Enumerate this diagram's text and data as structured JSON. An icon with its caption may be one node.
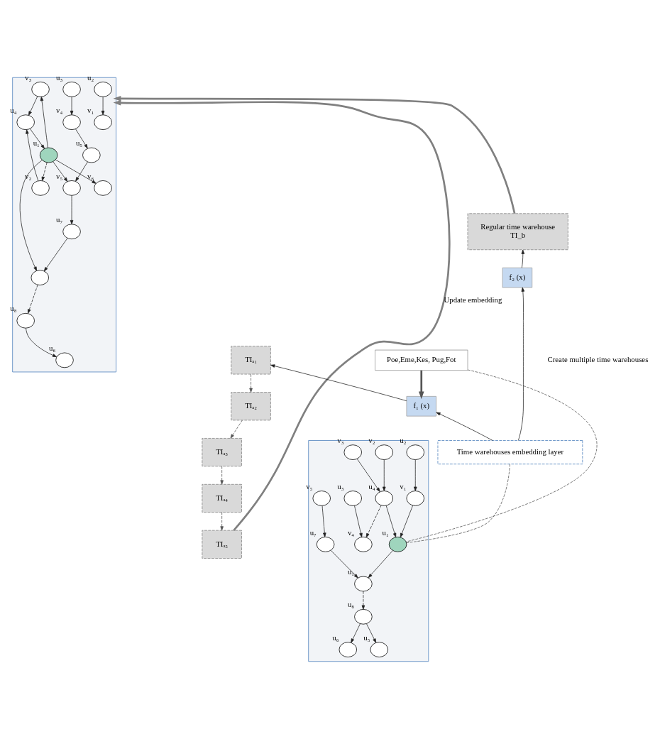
{
  "diagram": {
    "nodes": [
      {
        "text": [],
        "shape": "box"
      },
      {
        "text": [],
        "shape": "circle",
        "beside": [
          "v₃"
        ],
        "in": 0
      },
      {
        "text": [],
        "shape": "circle",
        "beside": [
          "u₄"
        ],
        "in": 0
      },
      {
        "text": [],
        "shape": "circle",
        "beside": [
          "u₂"
        ],
        "in": 0
      },
      {
        "text": [],
        "shape": "circle",
        "beside": [
          "u₃"
        ],
        "in": 0
      },
      {
        "text": [],
        "shape": "circle",
        "beside": [
          "v₄"
        ],
        "in": 0
      },
      {
        "text": [],
        "shape": "circle",
        "beside": [
          "u₁"
        ],
        "in": 0
      },
      {
        "text": [],
        "shape": "circle",
        "beside": [
          "v₁"
        ],
        "in": 0
      },
      {
        "text": [],
        "shape": "circle",
        "beside": [
          "v₂"
        ],
        "in": 0
      },
      {
        "text": [],
        "shape": "circle",
        "beside": [
          "u₈"
        ],
        "in": 0
      },
      {
        "text": [],
        "shape": "circle",
        "in": 0
      },
      {
        "text": [],
        "shape": "circle",
        "beside": [
          "u₇"
        ],
        "in": 0
      },
      {
        "text": [],
        "shape": "circle",
        "beside": [
          "v₆"
        ],
        "in": 0
      },
      {
        "text": [],
        "shape": "circle",
        "beside": [
          "u₆"
        ],
        "in": 0
      },
      {
        "text": [],
        "shape": "circle",
        "beside": [
          "u₅"
        ],
        "in": 0
      },
      {
        "text": [],
        "shape": "circle",
        "beside": [
          "v₅"
        ],
        "in": 0
      },
      {
        "text": [
          "TIₐ₁"
        ]
      },
      {
        "text": [
          "TIₐ₂"
        ]
      },
      {
        "text": [
          "TIₐ₃"
        ]
      },
      {
        "text": [
          "TIₐ₄"
        ]
      },
      {
        "text": [
          "TIₐ₅"
        ]
      },
      {
        "text": [
          "Regular time warehouse",
          "TI_b"
        ]
      },
      {
        "text": [
          "Poe,Eme,Kes, Pug,Fot"
        ]
      },
      {
        "text": [
          "f₁ (x)"
        ]
      },
      {
        "text": [
          "f₂ (x)"
        ]
      },
      {
        "text": [
          "Time warehouses embedding layer"
        ]
      },
      {
        "text": [],
        "shape": "box"
      },
      {
        "text": [],
        "shape": "circle",
        "beside": [
          "v₃"
        ],
        "in": 26
      },
      {
        "text": [],
        "shape": "circle",
        "beside": [
          "u₄"
        ],
        "in": 26
      },
      {
        "text": [],
        "shape": "circle",
        "beside": [
          "u₂"
        ],
        "in": 26
      },
      {
        "text": [],
        "shape": "circle",
        "beside": [
          "u₃"
        ],
        "in": 26
      },
      {
        "text": [],
        "shape": "circle",
        "beside": [
          "v₄"
        ],
        "in": 26
      },
      {
        "text": [],
        "shape": "circle",
        "beside": [
          "u₁"
        ],
        "in": 26
      },
      {
        "text": [],
        "shape": "circle",
        "beside": [
          "v₁"
        ],
        "in": 26
      },
      {
        "text": [],
        "shape": "circle",
        "beside": [
          "v₂"
        ],
        "in": 26
      },
      {
        "text": [],
        "shape": "circle",
        "beside": [
          "u₈"
        ],
        "in": 26
      },
      {
        "text": [],
        "shape": "circle",
        "beside": [
          "u₁"
        ],
        "in": 26
      },
      {
        "text": [],
        "shape": "circle",
        "beside": [
          "u₇"
        ],
        "in": 26
      },
      {
        "text": [],
        "shape": "circle",
        "beside": [
          "u₆"
        ],
        "in": 26
      },
      {
        "text": [],
        "shape": "circle",
        "beside": [
          "u₅"
        ],
        "in": 26
      },
      {
        "text": [],
        "shape": "circle",
        "beside": [
          "v₅"
        ],
        "in": 26
      }
    ],
    "edges": [
      {
        "from": 6,
        "to": 1,
        "arrow": "to"
      },
      {
        "from": 1,
        "to": 2,
        "arrow": "to"
      },
      {
        "from": 2,
        "to": 6,
        "arrow": "to"
      },
      {
        "from": 3,
        "to": 7,
        "arrow": "to"
      },
      {
        "from": 4,
        "to": 5,
        "arrow": "to"
      },
      {
        "from": 8,
        "to": 2,
        "arrow": "to"
      },
      {
        "from": 6,
        "to": 8,
        "arrow": "to",
        "style": "dashed"
      },
      {
        "from": 6,
        "to": 12,
        "arrow": "to"
      },
      {
        "from": 6,
        "to": 10,
        "arrow": "to"
      },
      {
        "from": 6,
        "to": 15,
        "arrow": "to"
      },
      {
        "from": 10,
        "to": 9,
        "arrow": "to",
        "style": "dashed"
      },
      {
        "from": 11,
        "to": 10,
        "arrow": "to"
      },
      {
        "from": 15,
        "to": 11,
        "arrow": "to"
      },
      {
        "from": 9,
        "to": 13,
        "arrow": "to"
      },
      {
        "from": 5,
        "to": 14,
        "arrow": "to"
      },
      {
        "from": 14,
        "to": 15,
        "arrow": "to"
      },
      {
        "from": 16,
        "to": 17,
        "arrow": "to",
        "style": "dashed",
        "color": "#555555"
      },
      {
        "from": 17,
        "to": 18,
        "arrow": "to",
        "style": "dashed",
        "color": "#555555"
      },
      {
        "from": 18,
        "to": 19,
        "arrow": "to",
        "style": "dashed",
        "color": "#555555"
      },
      {
        "from": 19,
        "to": 20,
        "arrow": "to",
        "style": "dashed",
        "color": "#555555"
      },
      {
        "from": 20,
        "to": 0,
        "arrow": "to",
        "label": "Update embedding",
        "style": "thick",
        "color": "#808080"
      },
      {
        "from": 21,
        "to": 0,
        "arrow": "to",
        "style": "thick",
        "color": "#808080"
      },
      {
        "from": 22,
        "to": 23,
        "arrow": "to",
        "style": "thick",
        "color": "#555555"
      },
      {
        "from": 23,
        "to": 16,
        "arrow": "to"
      },
      {
        "from": 24,
        "to": 21,
        "arrow": "to"
      },
      {
        "from": 25,
        "to": 23,
        "arrow": "to"
      },
      {
        "from": 25,
        "to": 24,
        "arrow": "to"
      },
      {
        "from": 22,
        "to": 32,
        "arrow": "none",
        "style": "dashed",
        "color": "#555555"
      },
      {
        "from": 25,
        "to": 32,
        "arrow": "none",
        "style": "dashed",
        "color": "#555555"
      },
      {
        "from": 27,
        "to": 28,
        "arrow": "to"
      },
      {
        "from": 28,
        "to": 31,
        "arrow": "to",
        "style": "dashed"
      },
      {
        "from": 30,
        "to": 31,
        "arrow": "to"
      },
      {
        "from": 34,
        "to": 28,
        "arrow": "to"
      },
      {
        "from": 28,
        "to": 32,
        "arrow": "to"
      },
      {
        "from": 29,
        "to": 33,
        "arrow": "to"
      },
      {
        "from": 33,
        "to": 32,
        "arrow": "to"
      },
      {
        "from": 32,
        "to": 36,
        "arrow": "to"
      },
      {
        "from": 36,
        "to": 35,
        "arrow": "to",
        "style": "dashed"
      },
      {
        "from": 37,
        "to": 36,
        "arrow": "to"
      },
      {
        "from": 40,
        "to": 37,
        "arrow": "to"
      },
      {
        "from": 35,
        "to": 38,
        "arrow": "to"
      },
      {
        "from": 35,
        "to": 39,
        "arrow": "to"
      }
    ],
    "labels": [
      "Create multiple time warehouses"
    ]
  }
}
